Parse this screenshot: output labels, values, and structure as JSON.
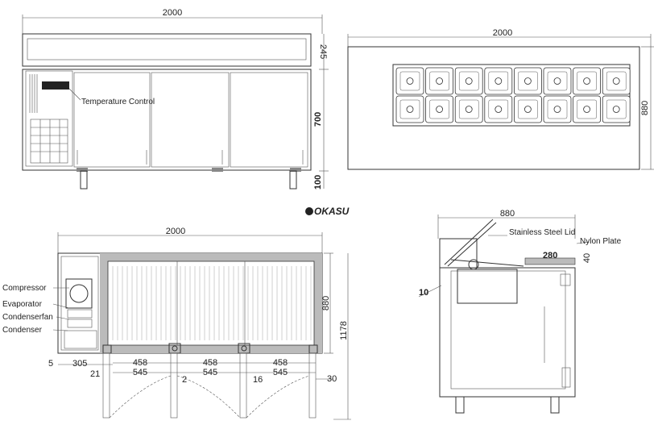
{
  "front_view": {
    "width_dim": "2000",
    "height_dim": "700",
    "leg_dim": "100",
    "top_dim": "245",
    "temp_control_label": "Temperature Control"
  },
  "top_view": {
    "width_dim": "2000",
    "depth_dim": "880",
    "pan_count": 16
  },
  "brand": {
    "logo_text": "OKASU"
  },
  "plan_view": {
    "width_dim": "2000",
    "depth_dim": "880",
    "open_depth_dim": "1178",
    "labels": [
      "Compressor",
      "Evaporator",
      "Condenserfan",
      "Condenser"
    ],
    "bottom_dims": {
      "d5": "5",
      "d305": "305",
      "d21": "21",
      "door_inner": [
        "458",
        "458",
        "458"
      ],
      "door_outer": [
        "545",
        "545",
        "545"
      ],
      "d2": "2",
      "d16": "16",
      "d30": "30"
    }
  },
  "side_view": {
    "depth_dim": "880",
    "lid_label": "Stainless Steel Lid",
    "plate_label": "Nylon Plate",
    "plate_dim": "280",
    "plate_height_dim": "40",
    "left_dim": "10"
  }
}
